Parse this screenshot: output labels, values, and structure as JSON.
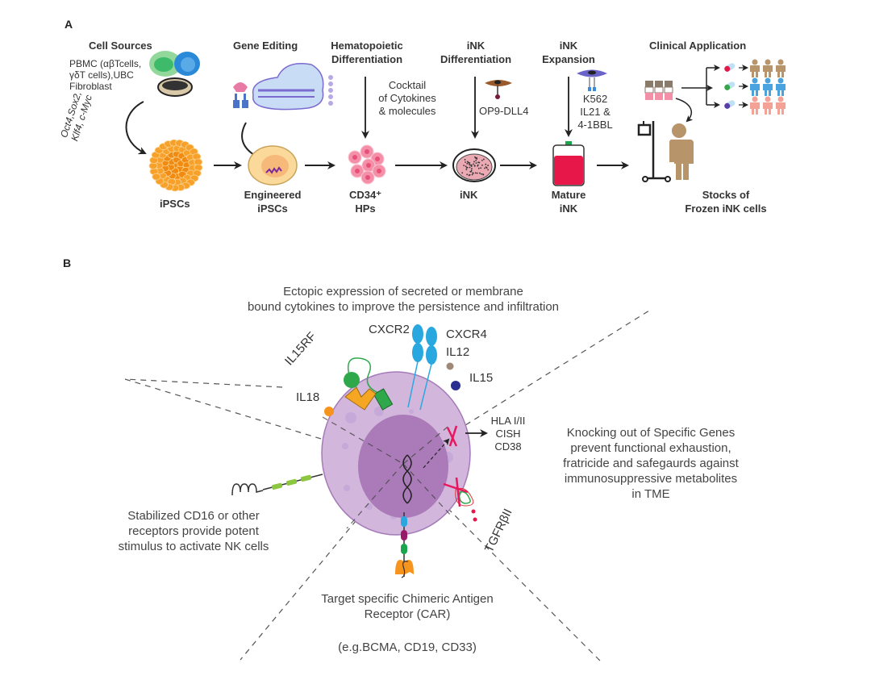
{
  "panelA": {
    "label": "A",
    "headers": {
      "cell_sources": "Cell Sources",
      "gene_editing": "Gene Editing",
      "hematopoietic": [
        "Hematopoietic",
        "Differentiation"
      ],
      "ink_diff": [
        "iNK",
        "Differentiation"
      ],
      "ink_expansion": [
        "iNK",
        "Expansion"
      ],
      "clinical": "Clinical Application"
    },
    "sources_text": [
      "PBMC (αβTcells,",
      "γδT cells),UBC",
      "Fibroblast"
    ],
    "reprogramming_factors": [
      "Oct4,Sox2,",
      "Klf4, c-Myc"
    ],
    "hema_input": [
      "Cocktail",
      "of Cytokines",
      "& molecules"
    ],
    "ink_diff_input": "OP9-DLL4",
    "expansion_input": [
      "K562",
      "IL21 &",
      "4-1BBL"
    ],
    "stages": {
      "ipscs": "iPSCs",
      "engineered": [
        "Engineered",
        "iPSCs"
      ],
      "cd34": [
        "CD34⁺",
        "HPs"
      ],
      "ink": "iNK",
      "mature": [
        "Mature",
        "iNK"
      ],
      "stocks": [
        "Stocks of",
        "Frozen iNK cells"
      ]
    },
    "colors": {
      "ipsc": "#f7a12b",
      "hp": "#f48fa8",
      "culture": "#e8a6b0",
      "bag": "#e8174a",
      "bag_cap": "#1aa64a",
      "patient": "#b8946a",
      "people_rows": [
        "#b8946a",
        "#4aa3df",
        "#f4a196"
      ],
      "pills": [
        "#e8174a",
        "#3aa64a",
        "#5a3ea8"
      ]
    }
  },
  "panelB": {
    "label": "B",
    "top_text": [
      "Ectopic expression of secreted or membrane",
      "bound cytokines to improve the persistence and infiltration"
    ],
    "right_text": [
      "Knocking out of Specific Genes",
      "prevent functional exhaustion,",
      "fratricide and safegaurds against",
      "immunosuppressive metabolites",
      "in TME"
    ],
    "left_text": [
      "Stabilized CD16 or other",
      "receptors provide potent",
      "stimulus to activate NK cells"
    ],
    "bottom_text": [
      "Target specific Chimeric Antigen",
      "Receptor (CAR)"
    ],
    "bottom_examples": "(e.g.BCMA, CD19, CD33)",
    "labels": {
      "il15rf": "IL15RF",
      "cxcr2": "CXCR2",
      "cxcr4": "CXCR4",
      "il12": "IL12",
      "il15": "IL15",
      "il18": "IL18",
      "knockouts": [
        "HLA I/II",
        "CISH",
        "CD38"
      ],
      "tgfr": "TGFRβII"
    },
    "colors": {
      "cell": "#d2b6dc",
      "cell_border": "#a47ab8",
      "nucleus": "#ab7ab8",
      "cxcr": "#29a8e0",
      "il12": "#9e8878",
      "il15": "#2a2f8f",
      "il18": "#f7941d",
      "il15rf": "#2ea84a",
      "knockout": "#e8175d",
      "cd16": "#8dc63f"
    }
  }
}
